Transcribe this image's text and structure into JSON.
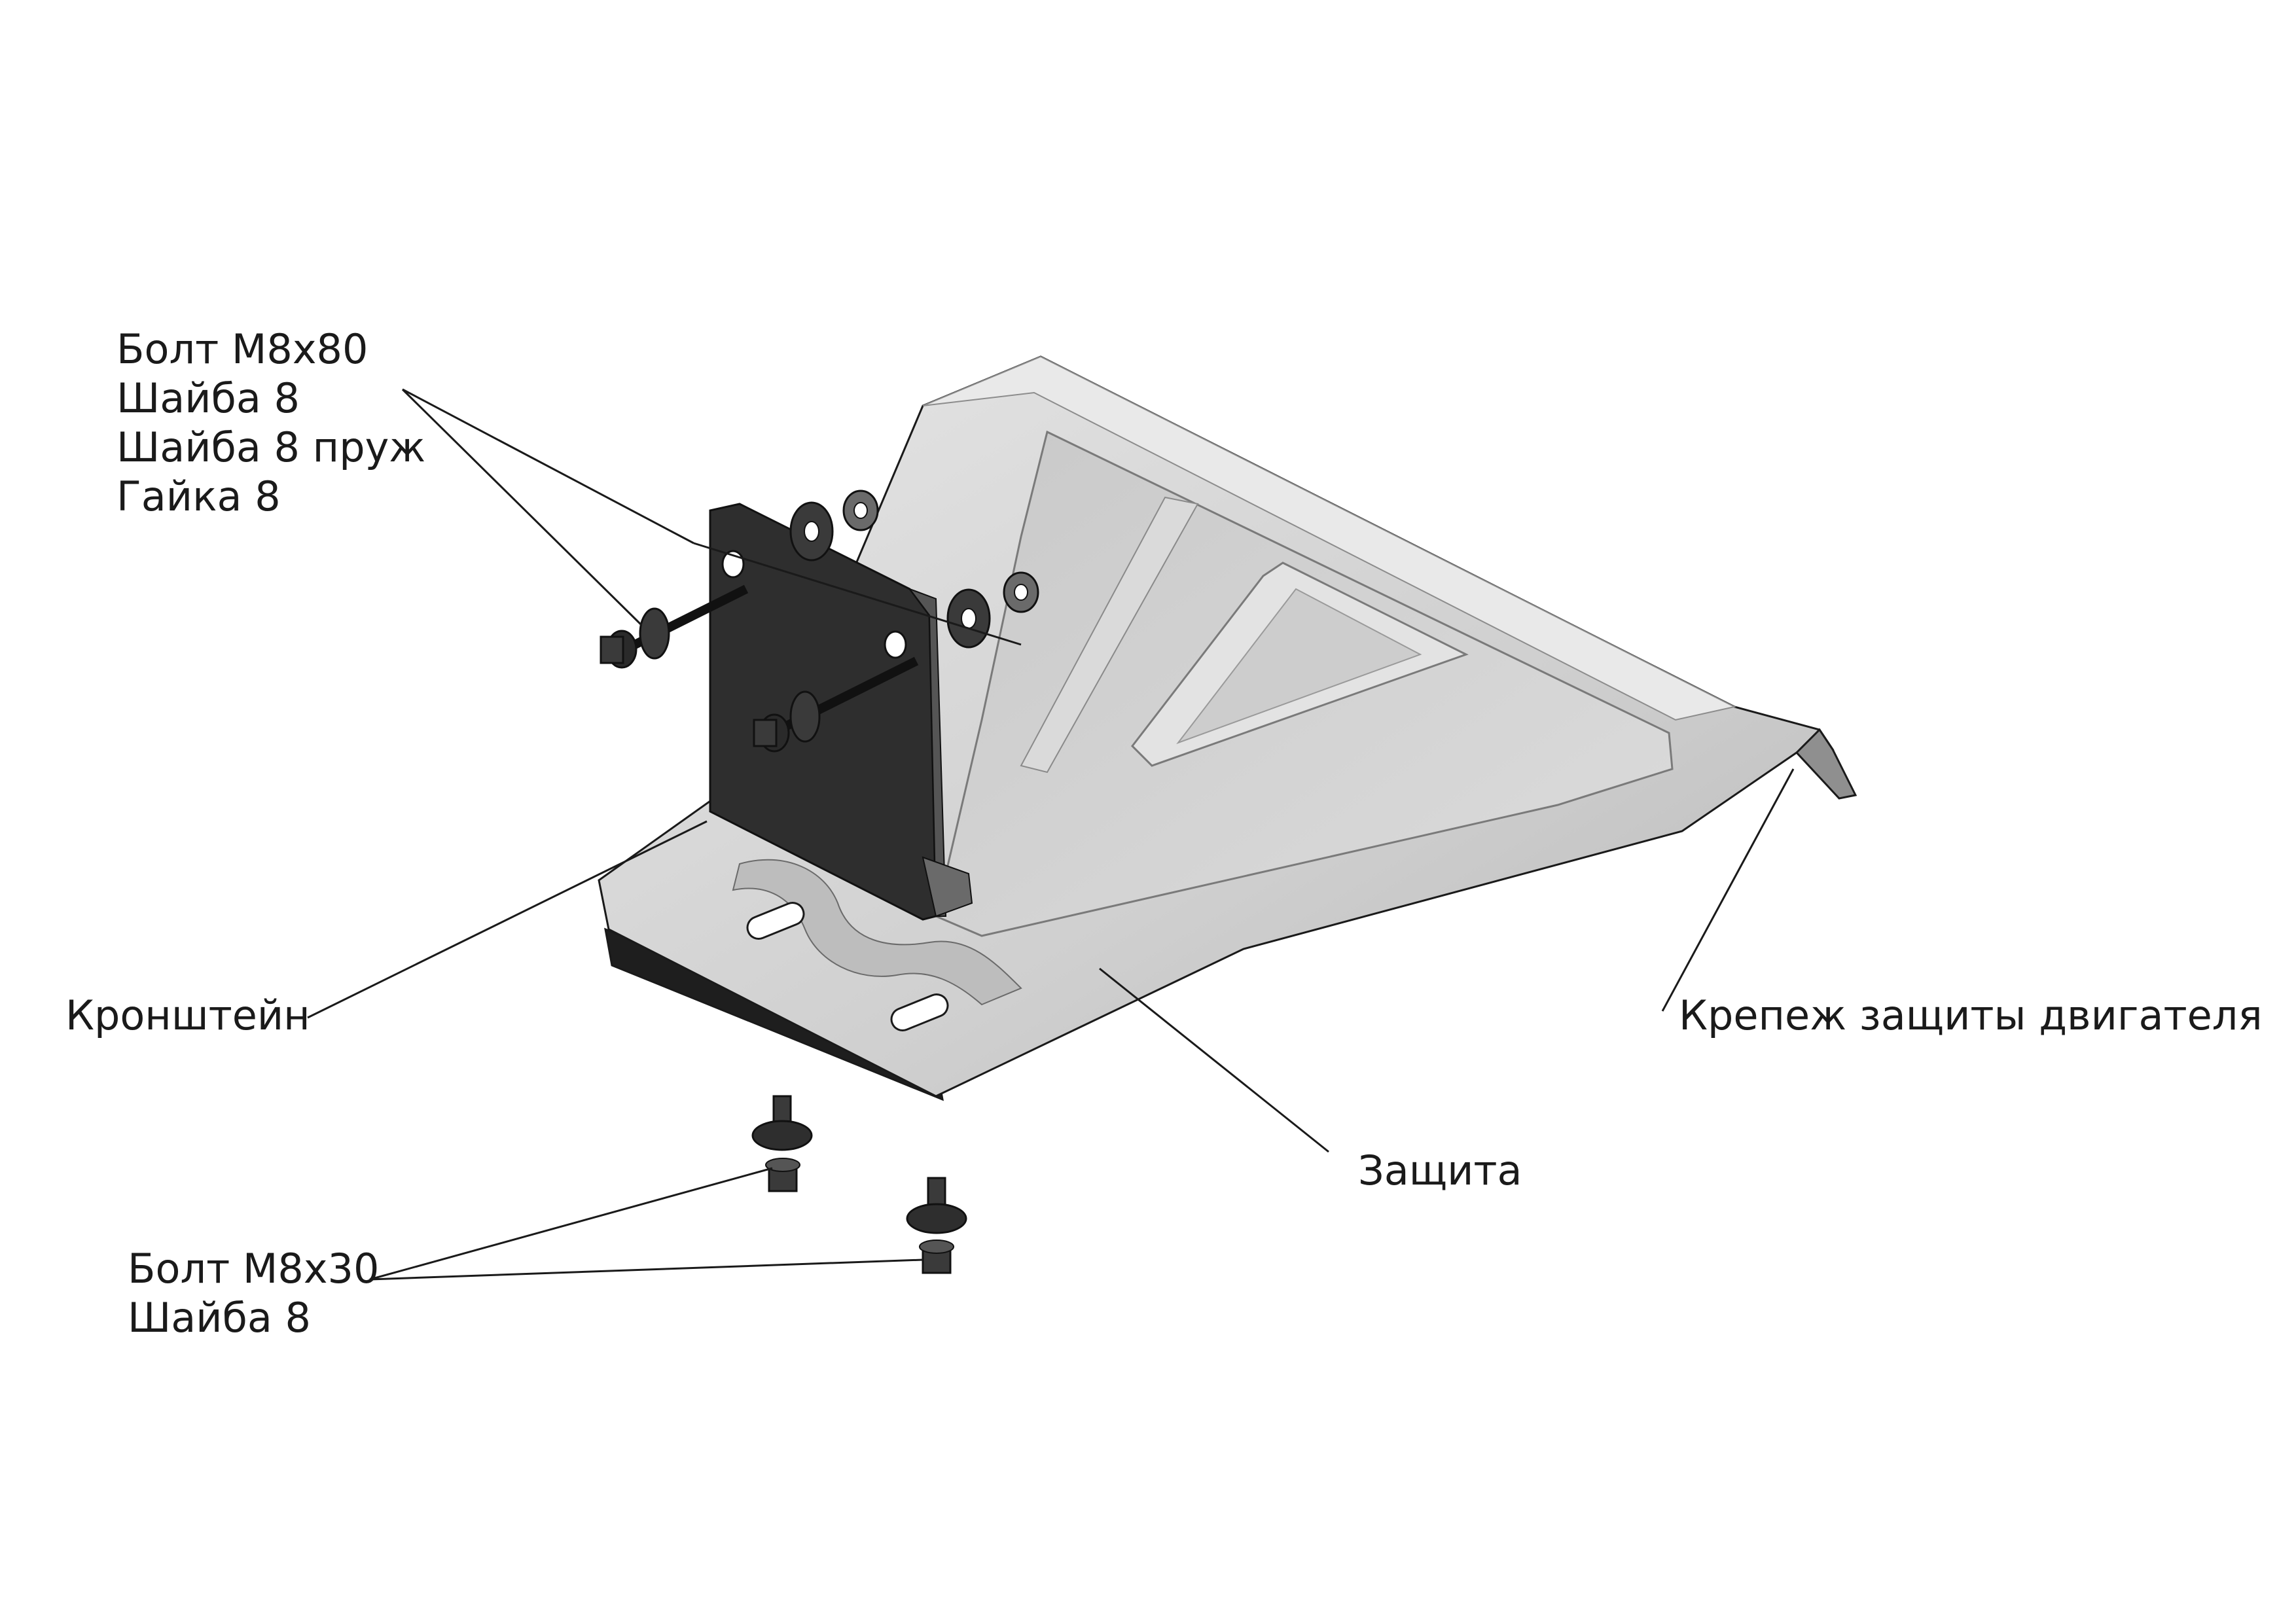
{
  "labels": {
    "bolt_m8x80_group": [
      "Болт М8х80",
      "Шайба 8",
      "Шайба 8 пруж",
      "Гайка 8"
    ],
    "bracket": "Кронштейн",
    "engine_guard_mount": "Крепеж защиты двигателя",
    "guard": "Защита",
    "bolt_m8x30_group": [
      "Болт М8х30",
      "Шайба 8"
    ]
  },
  "colors": {
    "plate_fill": "#d2d2d2",
    "plate_edge": "#9a9a9a",
    "bracket_fill": "#2e2e2e",
    "hardware_fill": "#3a3a3a",
    "outline": "#1a1a1a"
  }
}
